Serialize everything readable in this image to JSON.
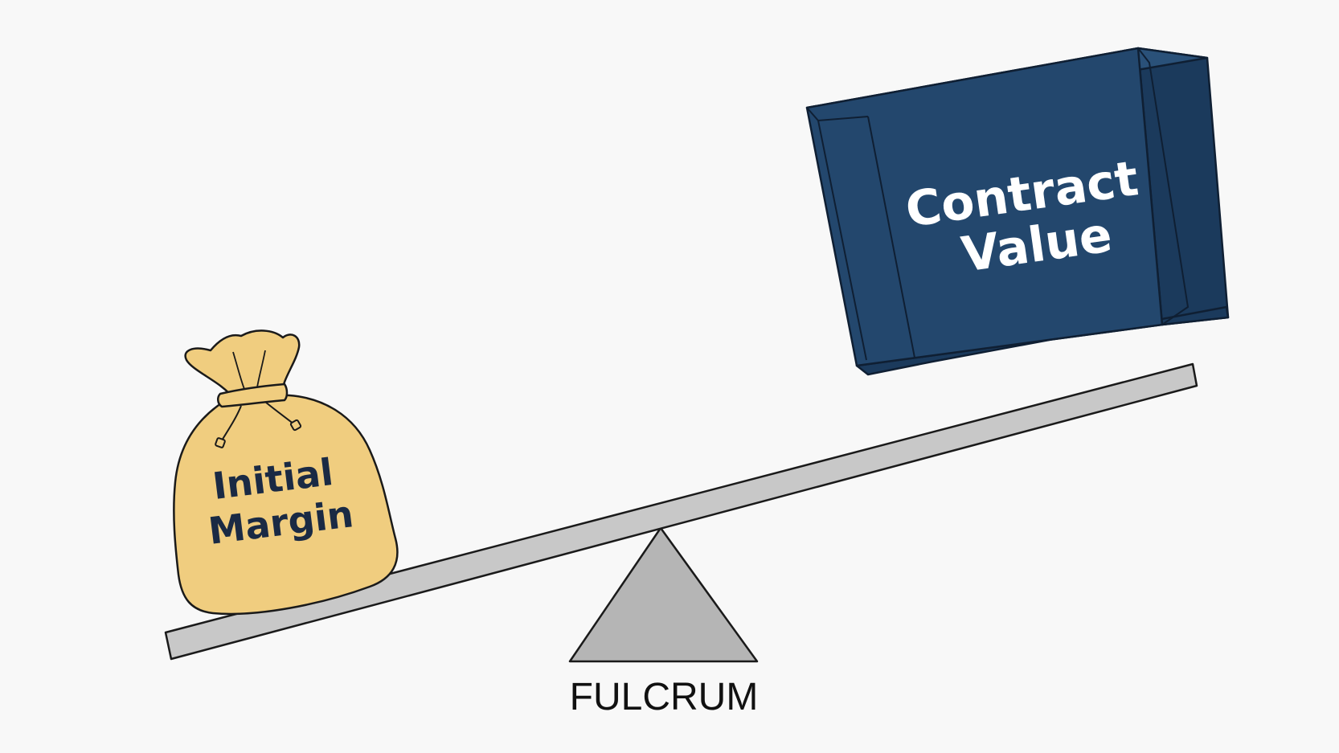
{
  "diagram": {
    "heavy_side": {
      "label_line1": "Contract",
      "label_line2": "Value"
    },
    "light_side": {
      "label_line1": "Initial",
      "label_line2": "Margin"
    },
    "pivot": {
      "label": "FULCRUM"
    },
    "colors": {
      "background": "#f8f8f8",
      "box_front": "#23476d",
      "box_side": "#1b3a5c",
      "box_top": "#2a5179",
      "box_text": "#ffffff",
      "bag_fill": "#f0cd7f",
      "bag_text": "#1a2a44",
      "beam_fill": "#c8c8c8",
      "fulcrum_fill": "#b5b5b5",
      "outline": "#1a1a1a"
    }
  }
}
